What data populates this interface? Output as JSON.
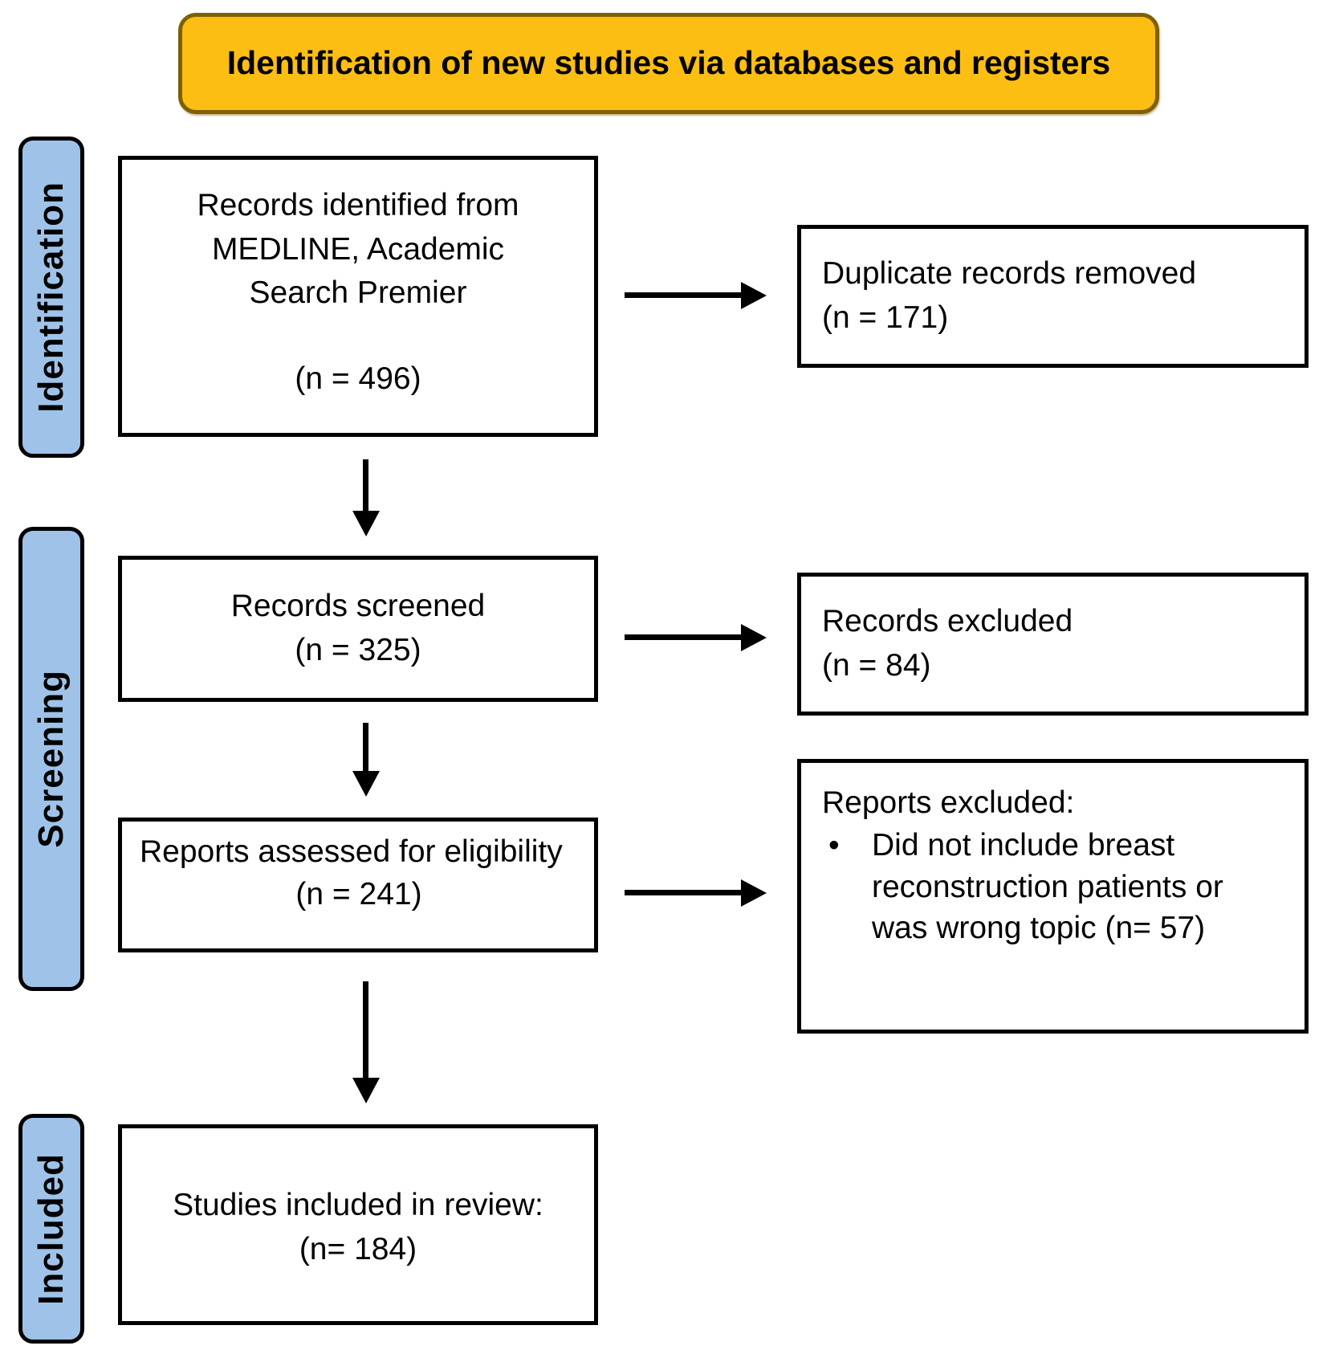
{
  "banner": {
    "title": "Identification of new studies via databases and registers"
  },
  "stages": {
    "identification": "Identification",
    "screening": "Screening",
    "included": "Included"
  },
  "boxes": {
    "records_identified": {
      "line1": "Records identified from",
      "line2": "MEDLINE, Academic",
      "line3": "Search Premier",
      "count": "(n = 496)"
    },
    "duplicates_removed": {
      "text": "Duplicate records removed",
      "count": "(n = 171)"
    },
    "records_screened": {
      "text": "Records screened",
      "count": "(n = 325)"
    },
    "records_excluded": {
      "text": "Records excluded",
      "count": "(n = 84)"
    },
    "reports_assessed": {
      "text": "Reports assessed for eligibility",
      "count": "(n = 241)"
    },
    "reports_excluded": {
      "title": "Reports excluded:",
      "bullet_glyph": "•",
      "bullet_text": "Did not include breast reconstruction patients or was wrong topic (n= 57)"
    },
    "studies_included": {
      "text": "Studies included in review:",
      "count": "(n= 184)"
    }
  },
  "colors": {
    "banner_fill": "#FCBE13",
    "banner_border": "#7F6000",
    "stage_fill": "#9FC3E8",
    "box_border": "#000000",
    "arrow": "#000000"
  }
}
